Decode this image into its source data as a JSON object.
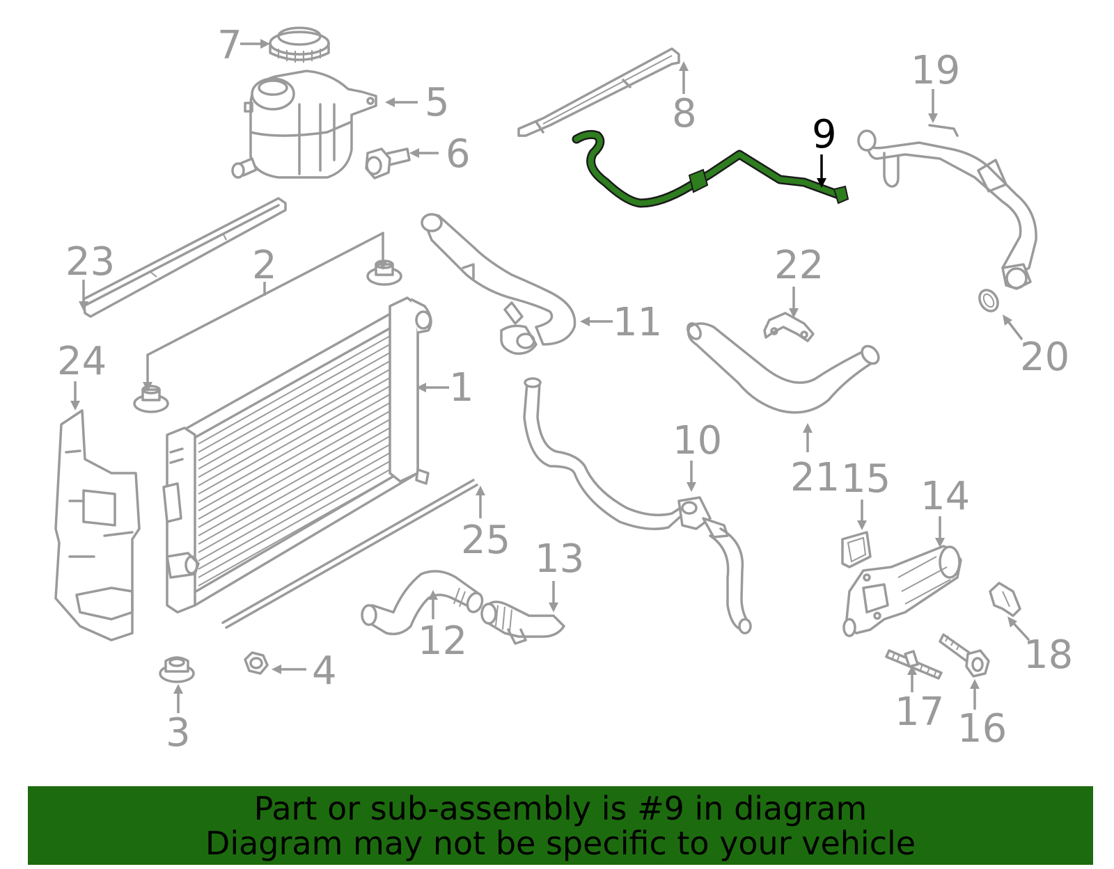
{
  "diagram": {
    "highlight_color": "#2e7d1f",
    "part_color": "#9a9a9a",
    "callouts": [
      {
        "id": "1",
        "label": "1"
      },
      {
        "id": "2",
        "label": "2"
      },
      {
        "id": "3",
        "label": "3"
      },
      {
        "id": "4",
        "label": "4"
      },
      {
        "id": "5",
        "label": "5"
      },
      {
        "id": "6",
        "label": "6"
      },
      {
        "id": "7",
        "label": "7"
      },
      {
        "id": "8",
        "label": "8"
      },
      {
        "id": "9",
        "label": "9",
        "highlighted": true
      },
      {
        "id": "10",
        "label": "10"
      },
      {
        "id": "11",
        "label": "11"
      },
      {
        "id": "12",
        "label": "12"
      },
      {
        "id": "13",
        "label": "13"
      },
      {
        "id": "14",
        "label": "14"
      },
      {
        "id": "15",
        "label": "15"
      },
      {
        "id": "16",
        "label": "16"
      },
      {
        "id": "17",
        "label": "17"
      },
      {
        "id": "18",
        "label": "18"
      },
      {
        "id": "19",
        "label": "19"
      },
      {
        "id": "20",
        "label": "20"
      },
      {
        "id": "21",
        "label": "21"
      },
      {
        "id": "22",
        "label": "22"
      },
      {
        "id": "23",
        "label": "23"
      },
      {
        "id": "24",
        "label": "24"
      },
      {
        "id": "25",
        "label": "25"
      }
    ]
  },
  "banner": {
    "line1": "Part or sub-assembly is #9 in diagram",
    "line2": "Diagram may not be specific to your vehicle",
    "background": "#1d6b0f"
  }
}
